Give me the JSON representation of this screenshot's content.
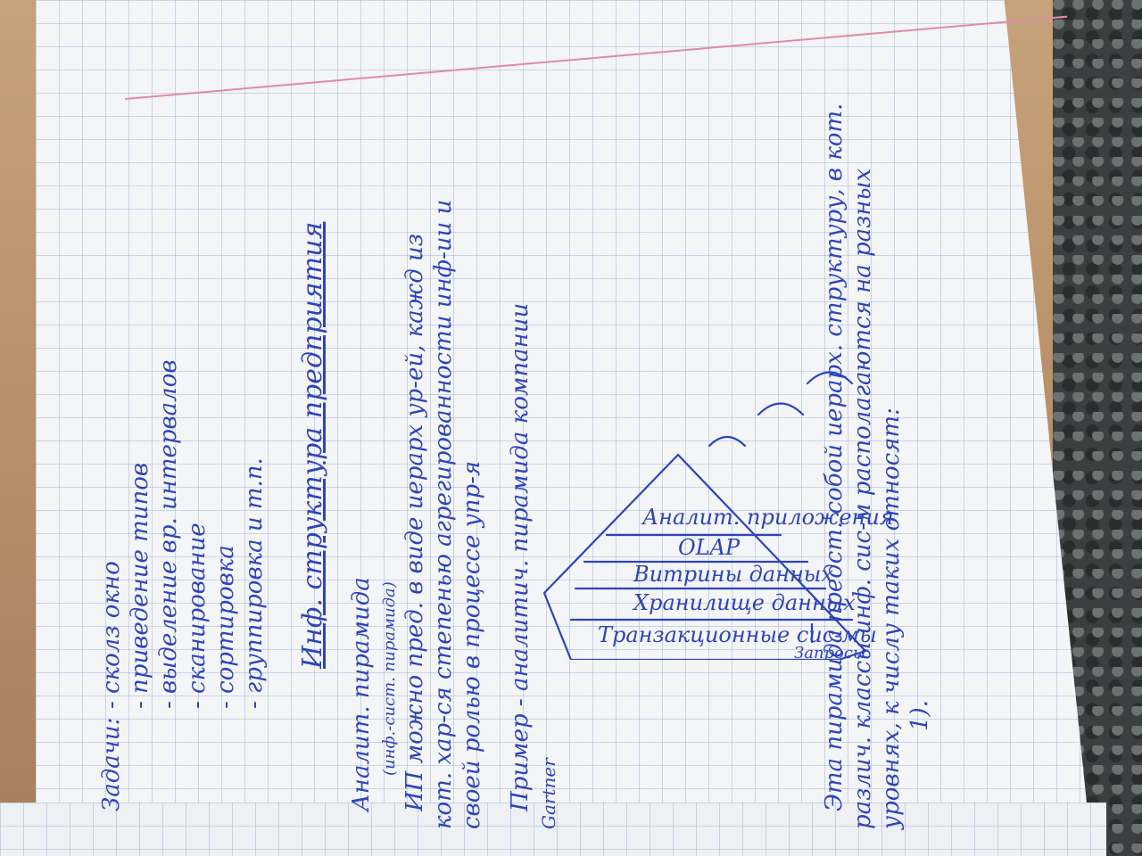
{
  "notes": {
    "tasks_heading": "Задачи:",
    "tasks": [
      "- сколз окно",
      "- приведение типов",
      "- выделение вр. интервалов",
      "- сканирование",
      "- сортировка",
      "- группировка и т.п."
    ],
    "section_title": "Инф. структура предприятия",
    "pyramid_lines": [
      "Аналит. пирамида",
      "(инф.-сист. пирамида)",
      "ИП можно пред. в виде иерарх ур-ей, кажд из",
      "кот. хар-ся степенью агрегированности инф-ии и",
      "своей ролью в процессе упр-я"
    ],
    "example_line": "Пример - аналитич. пирамида компании",
    "example_name": "Gartner",
    "bottom_lines": [
      "Эта пирамида предст. собой иерарх. структуру, в кот.",
      "различ. классы инф. сис-м располагаются на разных",
      "уровнях, к числу таких относят:",
      "1)."
    ]
  },
  "diagram": {
    "levels": [
      "Аналит. приложения",
      "OLAP",
      "Витрины данных",
      "Хранилище данных",
      "Транзакционные сис-мы"
    ],
    "side_label": "Запросы"
  },
  "colors": {
    "ink": "#2e44b8",
    "margin": "#e08aa8",
    "grid": "#7896c8"
  }
}
